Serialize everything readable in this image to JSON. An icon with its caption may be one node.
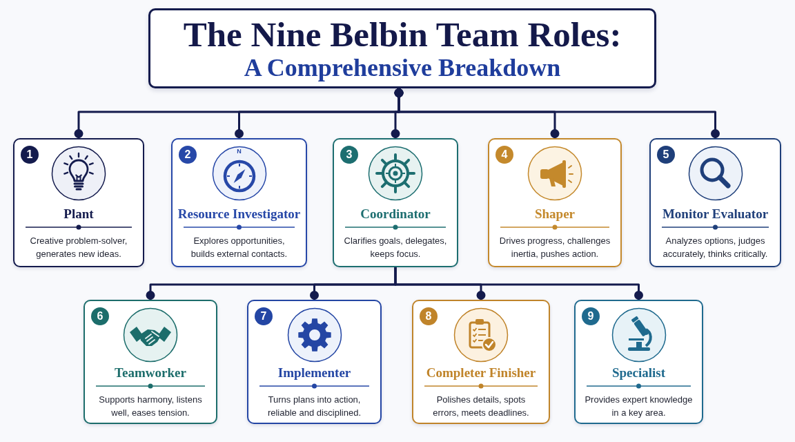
{
  "diagram": {
    "nodes": [
      {
        "text": [
          "The Nine Belbin Team Roles:",
          "A Comprehensive Breakdown"
        ]
      },
      {
        "text": [
          "1",
          "Plant",
          "Creative problem-solver, generates new ideas."
        ]
      },
      {
        "text": [
          "2",
          "Resource Investigator",
          "Explores opportunities, builds external contacts."
        ]
      },
      {
        "text": [
          "3",
          "Coordinator",
          "Clarifies goals, delegates, keeps focus."
        ]
      },
      {
        "text": [
          "4",
          "Shaper",
          "Drives progress, challenges inertia, pushes action."
        ]
      },
      {
        "text": [
          "5",
          "Monitor Evaluator",
          "Analyzes options, judges accurately, thinks critically."
        ]
      },
      {
        "text": [
          "6",
          "Teamworker",
          "Supports harmony, listens well, eases tension."
        ]
      },
      {
        "text": [
          "7",
          "Implementer",
          "Turns plans into action, reliable and disciplined."
        ]
      },
      {
        "text": [
          "8",
          "Completer Finisher",
          "Polishes details, spots errors, meets deadlines."
        ]
      },
      {
        "text": [
          "9",
          "Specialist",
          "Provides expert knowledge in a key area."
        ]
      }
    ],
    "edges": [
      {
        "from": 0,
        "to": 1,
        "arrow": "other"
      },
      {
        "from": 0,
        "to": 2,
        "arrow": "other"
      },
      {
        "from": 0,
        "to": 3,
        "arrow": "other"
      },
      {
        "from": 0,
        "to": 4,
        "arrow": "other"
      },
      {
        "from": 0,
        "to": 5,
        "arrow": "other"
      },
      {
        "from": 3,
        "to": 6,
        "arrow": "other"
      },
      {
        "from": 3,
        "to": 7,
        "arrow": "other"
      },
      {
        "from": 3,
        "to": 8,
        "arrow": "other"
      },
      {
        "from": 3,
        "to": 9,
        "arrow": "other"
      }
    ],
    "labels": [
      "N"
    ]
  }
}
